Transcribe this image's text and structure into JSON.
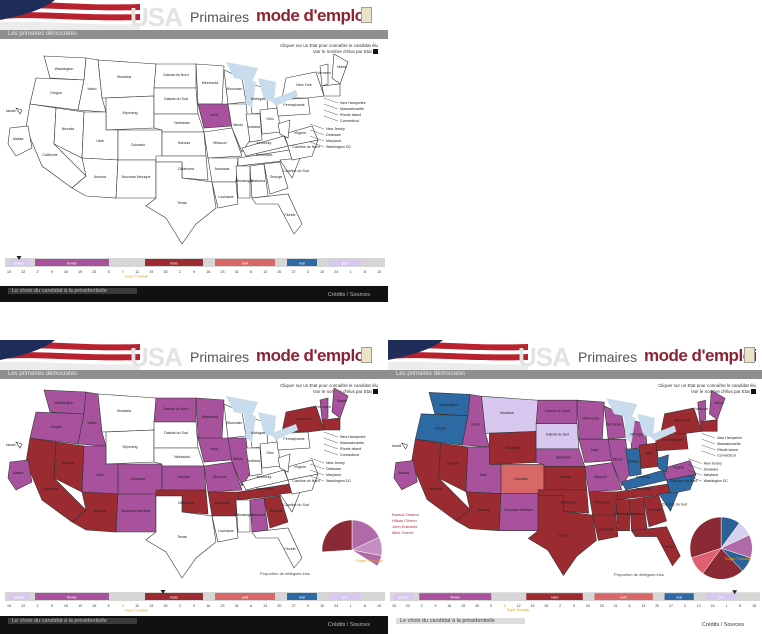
{
  "header": {
    "usa_logo": "USA",
    "title_primaires": "Primaires",
    "title_mode": "mode d'emploi",
    "subbar": "Les primaires démocrates"
  },
  "hint": {
    "line1": "Cliquer sur un Etat pour connaître le candidat élu",
    "line2": "Voir le nombre d'élus par Etat"
  },
  "states_labels": [
    "Washington",
    "Oregon",
    "Idaho",
    "Montana",
    "Wyoming",
    "Nevada",
    "Utah",
    "Colorado",
    "Californie",
    "Arizona",
    "Nouveau Mexique",
    "Texas",
    "Dakota du Nord",
    "Dakota du Sud",
    "Nebraska",
    "Kansas",
    "Oklahoma",
    "Minnesota",
    "Iowa",
    "Missouri",
    "Wisconsin",
    "Illinois",
    "Michigan",
    "Indiana",
    "Ohio",
    "Kentucky",
    "Tennessee",
    "Mississippi",
    "Alabama",
    "Georgie",
    "Floride",
    "Louisiane",
    "Caroline du Sud",
    "Caroline du Nord",
    "Virginie",
    "Pennsylvanie",
    "New York",
    "Vermont",
    "Maine",
    "Alaska",
    "Hawaii",
    "Arkansas"
  ],
  "east_labels": [
    "New Hampshire",
    "Massachusetts",
    "Rhode Island",
    "Connecticut",
    "New Jersey",
    "Delaware",
    "Maryland",
    "Washington DC"
  ],
  "timeline": {
    "months": [
      "janvier",
      "février",
      "mars",
      "avril",
      "mai",
      "juin"
    ],
    "days": [
      "15",
      "22",
      "2",
      "9",
      "16",
      "19",
      "26",
      "5",
      "9",
      "12",
      "19",
      "26",
      "2",
      "9",
      "16",
      "23",
      "31",
      "6",
      "13",
      "20",
      "27",
      "3",
      "10",
      "24",
      "1",
      "8",
      "15"
    ],
    "super_tuesday": "Super Tuesday"
  },
  "footer": {
    "left": "Le choix du candidat à la présidentielle",
    "right": "Crédits / Sources"
  },
  "pie": {
    "caption": "Proportion de délégués élus",
    "legend": [
      "Barack Obama",
      "Hillary Clinton",
      "John Edwards",
      "Mike Gravel"
    ],
    "super_label": "Super Tuesday",
    "colors": [
      "#8a2a34",
      "#b06aa8",
      "#2a6298",
      "#d8d0f0",
      "#e06070"
    ]
  },
  "colors": {
    "purple": "#a8529e",
    "darkred": "#9c2a31",
    "red": "#c23a3a",
    "salmon": "#d86868",
    "blue": "#2d6aa4",
    "lightpurple": "#d8c8f0",
    "lake": "#c8dcee",
    "orange": "#f0a000"
  }
}
